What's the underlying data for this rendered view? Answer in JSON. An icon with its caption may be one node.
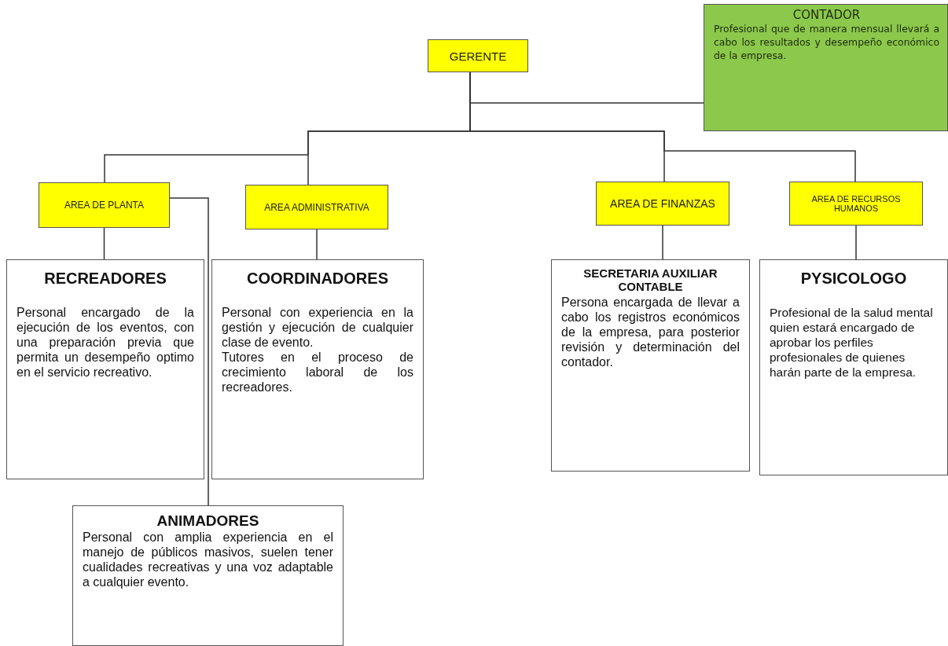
{
  "diagram": {
    "nodes": [
      {
        "text": [
          "GERENTE"
        ]
      },
      {
        "text": [
          "CONTADOR",
          "Profesional que de manera mensual llevará a cabo los resultados y desempeño económico de la empresa."
        ]
      },
      {
        "text": [
          "AREA DE PLANTA"
        ]
      },
      {
        "text": [
          "AREA ADMINISTRATIVA"
        ]
      },
      {
        "text": [
          "AREA DE FINANZAS"
        ]
      },
      {
        "text": [
          "AREA DE RECURSOS HUMANOS"
        ]
      },
      {
        "text": [
          "RECREADORES",
          "Personal encargado de la ejecución de los eventos, con una preparación previa que permita un desempeño optimo en el servicio recreativo."
        ]
      },
      {
        "text": [
          "COORDINADORES",
          "Personal con experiencia en la gestión y ejecución de cualquier clase de evento.",
          "Tutores en el proceso de crecimiento laboral de los recreadores."
        ]
      },
      {
        "text": [
          "SECRETARIA AUXILIAR CONTABLE",
          "Persona encargada de llevar a cabo los registros económicos de la empresa, para posterior revisión y determinación del contador."
        ]
      },
      {
        "text": [
          "PYSICOLOGO",
          "Profesional de la salud mental quien estará encargado de aprobar los perfiles profesionales de quienes harán parte de la empresa."
        ]
      },
      {
        "text": [
          "ANIMADORES",
          "Personal con amplia experiencia en el manejo de públicos masivos, suelen tener cualidades recreativas y una voz adaptable a cualquier evento."
        ]
      }
    ],
    "edges": [
      {
        "from": 0,
        "to": 1,
        "arrow": "none"
      },
      {
        "from": 0,
        "to": 2,
        "arrow": "none"
      },
      {
        "from": 0,
        "to": 3,
        "arrow": "none"
      },
      {
        "from": 0,
        "to": 4,
        "arrow": "none"
      },
      {
        "from": 0,
        "to": 5,
        "arrow": "none"
      },
      {
        "from": 2,
        "to": 6,
        "arrow": "none"
      },
      {
        "from": 3,
        "to": 7,
        "arrow": "none"
      },
      {
        "from": 4,
        "to": 8,
        "arrow": "none"
      },
      {
        "from": 5,
        "to": 9,
        "arrow": "none"
      },
      {
        "from": 2,
        "to": 10,
        "arrow": "none"
      }
    ]
  }
}
